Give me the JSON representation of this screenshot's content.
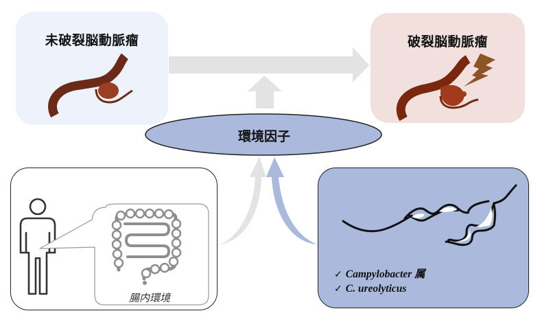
{
  "diagram": {
    "unruptured": {
      "title": "未破裂脳動脈瘤",
      "icon": "aneurysm-vessel-icon"
    },
    "ruptured": {
      "title": "破裂脳動脈瘤",
      "icon": "ruptured-aneurysm-vessel-icon",
      "rupture_icon": "lightning-bolt-icon"
    },
    "environmental_factor": {
      "label": "環境因子"
    },
    "gut_environment": {
      "caption": "腸内環境",
      "person_icon": "person-icon",
      "organ_icon": "intestine-icon"
    },
    "bacteria": {
      "icon": "spiral-bacteria-icon",
      "items": [
        {
          "check": "✓",
          "name": "Campylobacter 属"
        },
        {
          "check": "✓",
          "name": "C. ureolyticus"
        }
      ]
    },
    "arrows": [
      {
        "from": "unruptured",
        "to": "ruptured",
        "color": "#e3e3e3"
      },
      {
        "from": "environmental_factor",
        "to": "progression-arrow",
        "color": "#e3e3e3"
      },
      {
        "from": "gut_environment",
        "to": "environmental_factor",
        "color": "#e3e3e3"
      },
      {
        "from": "bacteria",
        "to": "environmental_factor",
        "color": "#aab9dc"
      }
    ],
    "colors": {
      "unruptured_bg": "#eef3fb",
      "ruptured_bg": "#f2e0df",
      "ellipse_fill": "#aab9dc",
      "vessel": "#6b2a17",
      "aneurysm": "#9a3e24",
      "bolt": "#8b5528",
      "arrow_gray": "#e3e3e3"
    }
  }
}
